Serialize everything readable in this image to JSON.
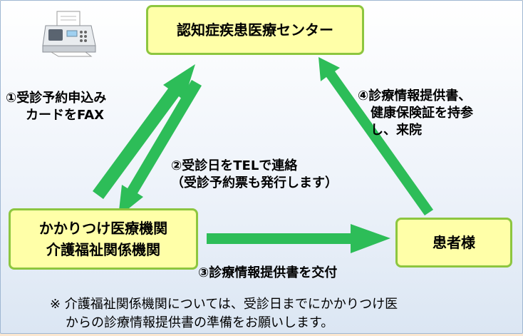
{
  "nodes": {
    "center": "認知症疾患医療センター",
    "clinic_line1": "かかりつけ医療機関",
    "clinic_line2": "介護福祉関係機関",
    "patient": "患者様"
  },
  "labels": {
    "step1_line1": "①受診予約申込み",
    "step1_line2": "カードをFAX",
    "step2_line1": "②受診日をTELで連絡",
    "step2_line2": "（受診予約票も発行します）",
    "step3": "③診療情報提供書を交付",
    "step4_line1": "④診療情報提供書、",
    "step4_line2": "健康保険証を持参",
    "step4_line3": "し、来院"
  },
  "note": {
    "line1": "※ 介護福祉関係機関については、受診日までにかかりつけ医",
    "line2": "からの診療情報提供書の準備をお願いします。"
  },
  "colors": {
    "arrow": "#2dbd58",
    "node_fill": "#ffffa8",
    "node_border": "#8dc63f"
  },
  "icons": {
    "fax": "fax-machine-icon"
  }
}
